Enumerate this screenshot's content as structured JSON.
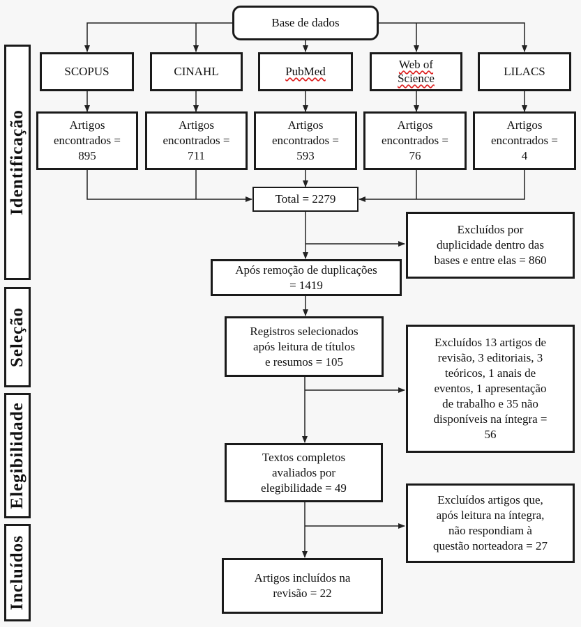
{
  "stages": {
    "identificacao": "Identificação",
    "selecao": "Seleção",
    "elegibilidade": "Elegibilidade",
    "incluidos": "Incluídos"
  },
  "sources": {
    "base_de_dados": "Base de dados",
    "scopus": "SCOPUS",
    "cinahl": "CINAHL",
    "pubmed": "PubMed",
    "web_of_science": "Web of\nScience",
    "lilacs": "LILACS"
  },
  "found": {
    "scopus": "Artigos\nencontrados =\n895",
    "cinahl": "Artigos\nencontrados =\n711",
    "pubmed": "Artigos\nencontrados =\n593",
    "web_of_science": "Artigos\nencontrados =\n76",
    "lilacs": "Artigos\nencontrados =\n4"
  },
  "flow": {
    "total": "Total = 2279",
    "apos_remocao": "Após remoção de duplicações\n= 1419",
    "registros_selecionados": "Registros selecionados\napós leitura de títulos\ne resumos = 105",
    "textos_completos": "Textos completos\navaliados por\nelegibilidade = 49",
    "artigos_incluidos": "Artigos incluídos na\nrevisão = 22"
  },
  "exclusions": {
    "duplicidade": "Excluídos por\nduplicidade dentro das\nbases e entre elas = 860",
    "triagem": "Excluídos 13 artigos de\nrevisão, 3 editoriais, 3\nteóricos, 1 anais de\neventos, 1 apresentação\nde trabalho e 35 não\ndisponíveis na íntegra =\n56",
    "leitura_integra": "Excluídos artigos que,\napós leitura na íntegra,\nnão respondiam à\nquestão norteadora = 27"
  }
}
